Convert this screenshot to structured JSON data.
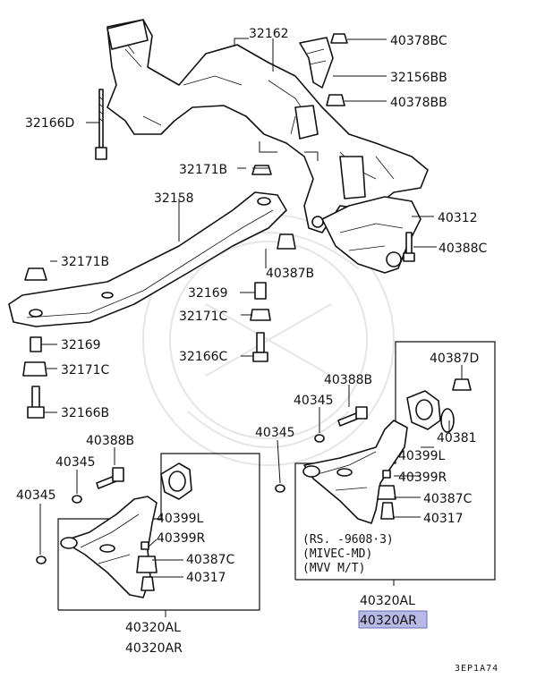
{
  "labels": {
    "p32162": "32162",
    "p40378BC": "40378BC",
    "p32156BB": "32156BB",
    "p40378BB": "40378BB",
    "p32166D": "32166D",
    "p32171B_top": "32171B",
    "p32158": "32158",
    "p40312": "40312",
    "p40388C": "40388C",
    "p32171B_left": "32171B",
    "p40387B": "40387B",
    "p32169_mid": "32169",
    "p32171C_mid": "32171C",
    "p32166C": "32166C",
    "p32169_left": "32169",
    "p32171C_left": "32171C",
    "p32166B": "32166B",
    "p40387D": "40387D",
    "p40388B_right": "40388B",
    "p40345_right1": "40345",
    "p40381": "40381",
    "p40345_right2": "40345",
    "p40399L_right": "40399L",
    "p40399R_right": "40399R",
    "p40387C_right": "40387C",
    "p40317_right": "40317",
    "p40388B_left": "40388B",
    "p40345_left1": "40345",
    "p40345_left2": "40345",
    "p40399L_left": "40399L",
    "p40399R_left": "40399R",
    "p40387C_left": "40387C",
    "p40317_left": "40317",
    "note1": "(RS.  -9608·3)",
    "note2": "(MIVEC-MD)",
    "note3": "(MVV M/T)",
    "asm_left1": "40320AL",
    "asm_left2": "40320AR",
    "asm_right1": "40320AL",
    "asm_right2": "40320AR",
    "diagram_code": "3EP1A74"
  },
  "highlight_color": "#b9b9e6"
}
